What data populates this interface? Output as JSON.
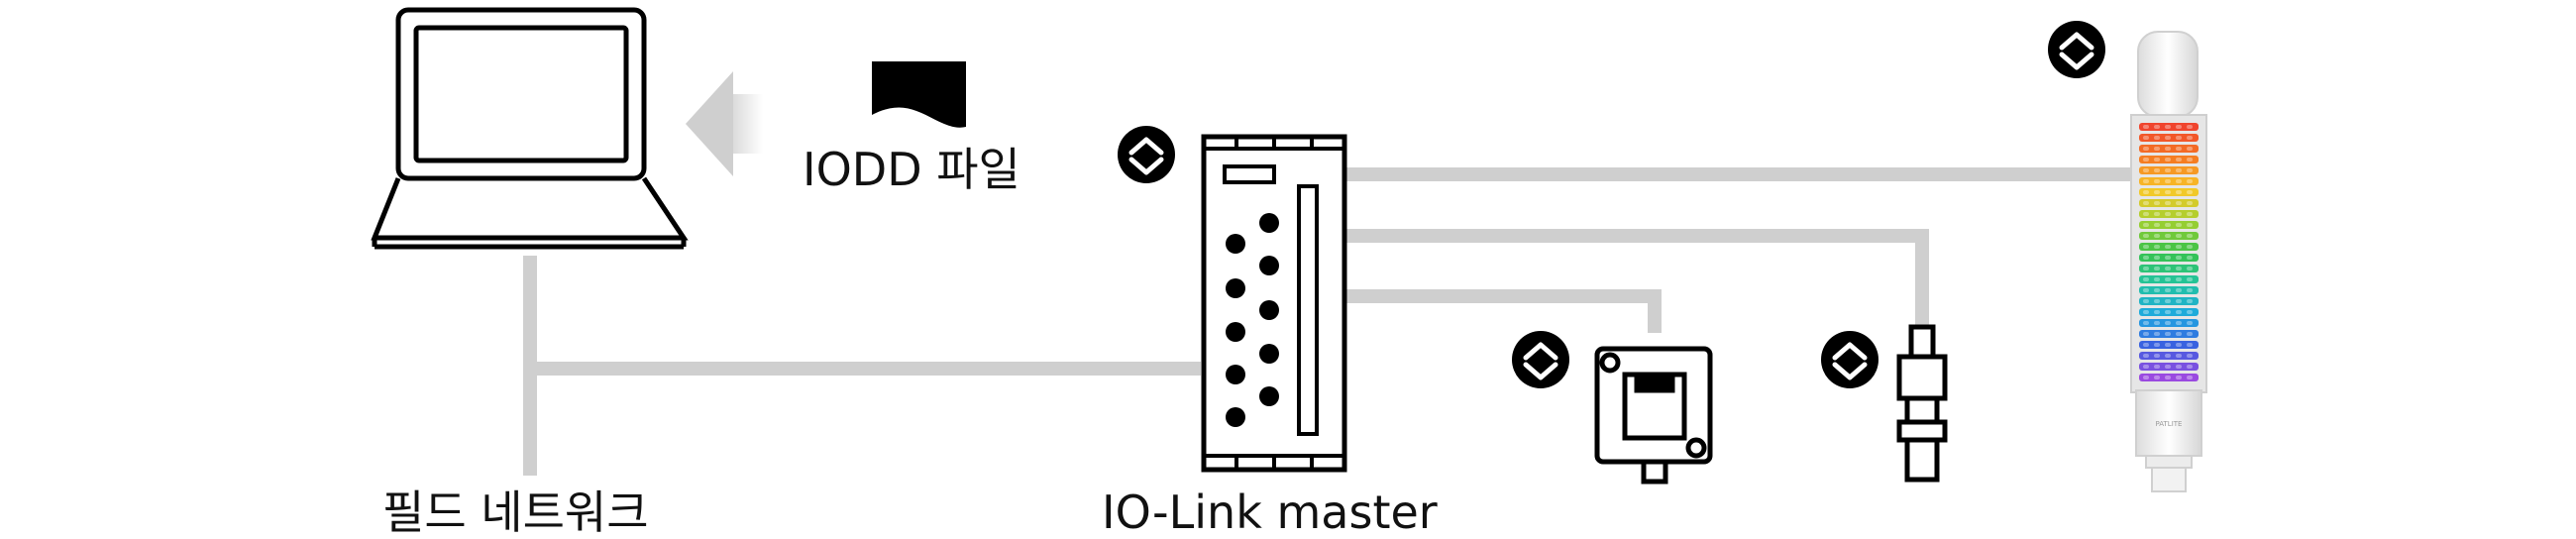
{
  "labels": {
    "iodd_file": "IODD 파일",
    "field_network": "필드 네트워크",
    "io_link_master": "IO-Link master"
  },
  "icons": {
    "pc": "laptop-icon",
    "file": "document-icon",
    "arrow": "arrow-left-icon",
    "master": "io-link-master-icon",
    "sensor_box": "box-sensor-icon",
    "sensor_cyl": "cylindrical-sensor-icon",
    "tower": "signal-tower-icon",
    "io_link_logo": "io-link-logo-icon"
  },
  "colors": {
    "line": "#cfcfcf",
    "stroke": "#000000",
    "tower_palette": [
      "#f0442d",
      "#f57a22",
      "#f8c828",
      "#a3d02e",
      "#38c24a",
      "#22c3a0",
      "#1ea9e0",
      "#3a5fe0",
      "#9a4ae0"
    ]
  }
}
